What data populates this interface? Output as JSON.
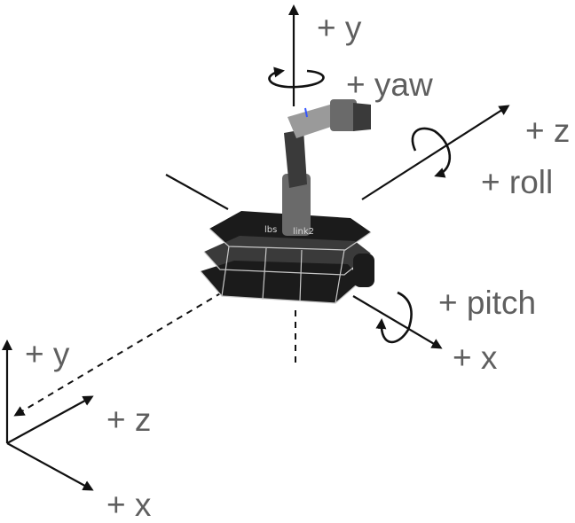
{
  "labels": {
    "upper_y": "+ y",
    "yaw": "+ yaw",
    "upper_z": "+ z",
    "roll": "+ roll",
    "pitch": "+ pitch",
    "upper_x": "+ x",
    "lower_y": "+ y",
    "lower_z": "+ z",
    "lower_x": "+ x"
  },
  "robot_tags": {
    "left_link": "lbs",
    "right_link": "link2"
  }
}
